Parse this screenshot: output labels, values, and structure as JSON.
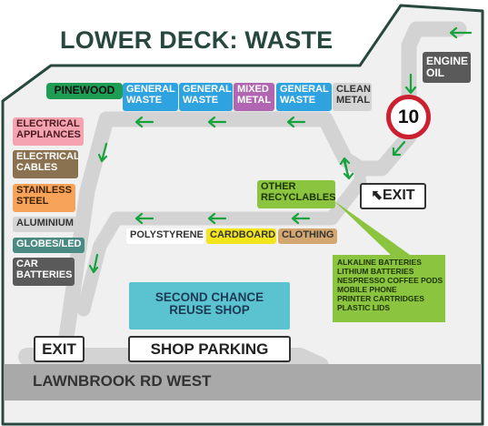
{
  "title": "LOWER DECK: WASTE",
  "road": "LAWNBROOK RD WEST",
  "speed_limit": "10",
  "exits": {
    "top_right": "EXIT",
    "bottom_left": "EXIT"
  },
  "shop_parking": "SHOP PARKING",
  "reuse_shop": {
    "line1": "SECOND CHANCE",
    "line2": "REUSE SHOP"
  },
  "engine_oil": {
    "line1": "ENGINE",
    "line2": "OIL"
  },
  "top_row": {
    "pinewood": "PINEWOOD",
    "general_waste_1": {
      "line1": "GENERAL",
      "line2": "WASTE"
    },
    "general_waste_2": {
      "line1": "GENERAL",
      "line2": "WASTE"
    },
    "mixed_metal": {
      "line1": "MIXED",
      "line2": "METAL"
    },
    "general_waste_3": {
      "line1": "GENERAL",
      "line2": "WASTE"
    },
    "clean_metal": {
      "line1": "CLEAN",
      "line2": "METAL"
    }
  },
  "left_column": {
    "electrical_appliances": {
      "line1": "ELECTRICAL",
      "line2": "APPLIANCES"
    },
    "electrical_cables": {
      "line1": "ELECTRICAL",
      "line2": "CABLES"
    },
    "stainless_steel": {
      "line1": "STAINLESS",
      "line2": "STEEL"
    },
    "aluminium": "ALUMINIUM",
    "globes_led": "GLOBES/LED",
    "car_batteries": {
      "line1": "CAR",
      "line2": "BATTERIES"
    }
  },
  "middle_row": {
    "polystyrene": "POLYSTYRENE",
    "cardboard": "CARDBOARD",
    "clothing": "CLOTHING"
  },
  "other_recyclables": {
    "line1": "OTHER",
    "line2": "RECYCLABLES"
  },
  "recyclables_list": [
    "ALKALINE BATTERIES",
    "LITHIUM BATTERIES",
    "NESPRESSO COFFEE PODS",
    "MOBILE PHONE",
    "PRINTER CARTRIDGES",
    "PLASTIC LIDS"
  ],
  "colors": {
    "border": "#27473f",
    "road": "#d3d3d3",
    "road_band": "#a9a9a9",
    "arrow": "#16a33c",
    "green": "#8bc53f",
    "dark_green": "#1f9d55",
    "blue": "#2fa3e0",
    "purple": "#b066b0",
    "grey_tag": "#d4d4d4",
    "pink": "#f5a3b0",
    "brown": "#8a7150",
    "orange": "#f7a35a",
    "teal": "#4b8a83",
    "dark_grey": "#5a5a5a",
    "yellow": "#f2e51c",
    "tan": "#d4a770",
    "cyan": "#5bc3d0",
    "red": "#cc2030"
  }
}
